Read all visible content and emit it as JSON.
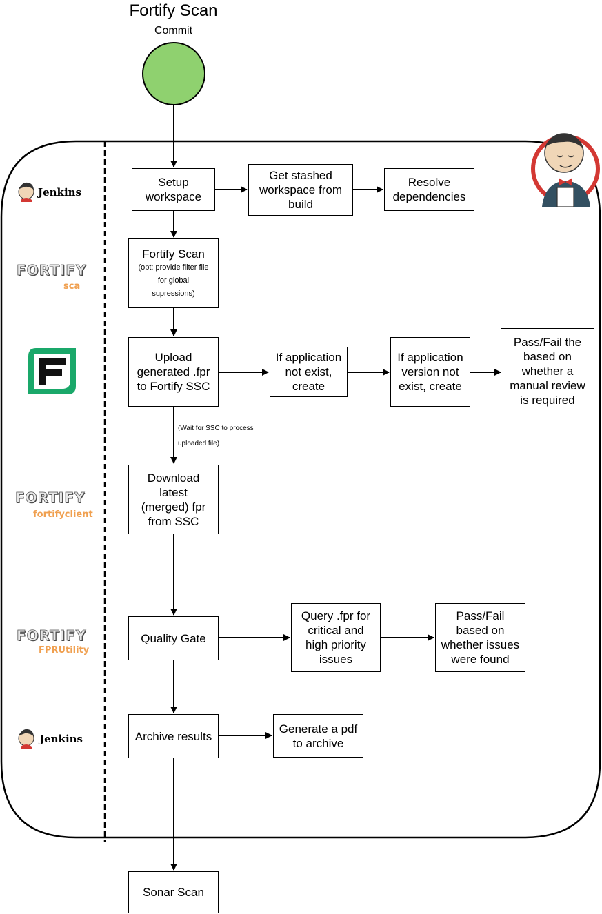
{
  "header": {
    "title": "Fortify Scan",
    "subtitle": "Commit"
  },
  "colors": {
    "start_node": "#8fd16f",
    "fortify_sub": "#f0a050",
    "ssc_green": "#1aa86a",
    "jenkins_red": "#d33833"
  },
  "logos": {
    "jenkins_label": "Jenkins",
    "fortify_word": "FORTIFY",
    "sca_sub": "sca",
    "client_sub": "fortifyclient",
    "fpr_sub": "FPRUtility"
  },
  "steps": {
    "setup": "Setup\nworkspace",
    "stash": "Get stashed\nworkspace from\nbuild",
    "resolve": "Resolve\ndependencies",
    "scan_title": "Fortify Scan",
    "scan_note": "(opt: provide filter file\nfor global\nsupressions)",
    "upload": "Upload\ngenerated .fpr\nto Fortify SSC",
    "app_exist": "If application\nnot exist,\ncreate",
    "version_exist": "If application\nversion not\nexist, create",
    "pass_fail_review": "Pass/Fail the\nbased on\nwhether a\nmanual review\nis required",
    "wait_note": "(Wait for SSC to process\nuploaded file)",
    "download": "Download\nlatest\n(merged) fpr\nfrom SSC",
    "quality_gate": "Quality Gate",
    "query": "Query .fpr for\ncritical and\nhigh priority\nissues",
    "pass_fail_issues": "Pass/Fail\nbased on\nwhether issues\nwere found",
    "archive": "Archive results",
    "generate_pdf": "Generate a pdf\nto archive",
    "sonar": "Sonar Scan"
  }
}
